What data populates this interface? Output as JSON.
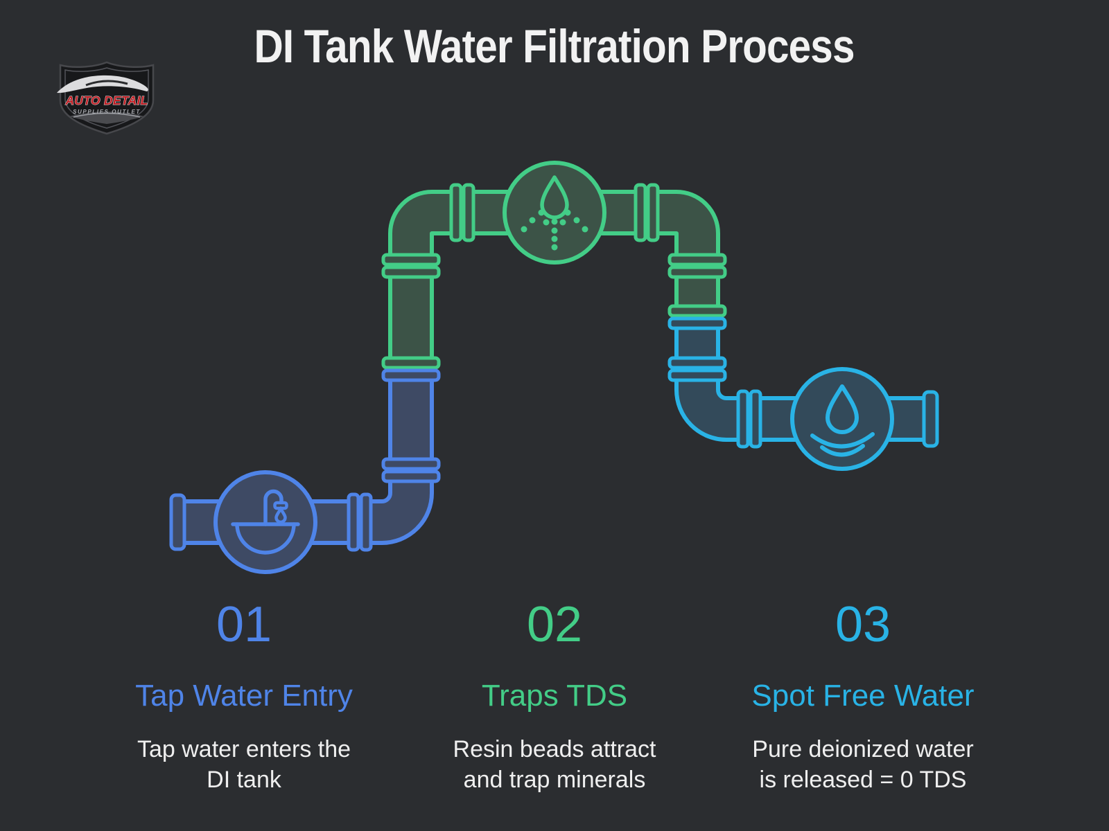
{
  "title": "DI Tank Water Filtration Process",
  "logo": {
    "primary": "AUTO DETAIL",
    "secondary": "SUPPLIES OUTLET"
  },
  "steps": [
    {
      "number": "01",
      "label": "Tap Water Entry",
      "description": "Tap water enters the\nDI tank",
      "accent_color": "#4f84e8",
      "icon": "faucet-icon"
    },
    {
      "number": "02",
      "label": "Traps TDS",
      "description": "Resin beads attract\nand trap minerals",
      "accent_color": "#43cd87",
      "icon": "spray-droplet-icon"
    },
    {
      "number": "03",
      "label": "Spot Free Water",
      "description": "Pure deionized water\nis released = 0 TDS",
      "accent_color": "#29b3e6",
      "icon": "droplet-ripple-icon"
    }
  ],
  "colors": {
    "background": "#2b2d30",
    "title": "#f2f2f2",
    "description_text": "#efefef",
    "blue": "#4f84e8",
    "green": "#43cd87",
    "cyan": "#29b3e6",
    "pipe_fill_blue": "#3e4a64",
    "pipe_fill_green": "#3c5347",
    "pipe_fill_cyan": "#334a5a",
    "logo_red": "#c21e24",
    "logo_silver": "#a9abb0"
  }
}
